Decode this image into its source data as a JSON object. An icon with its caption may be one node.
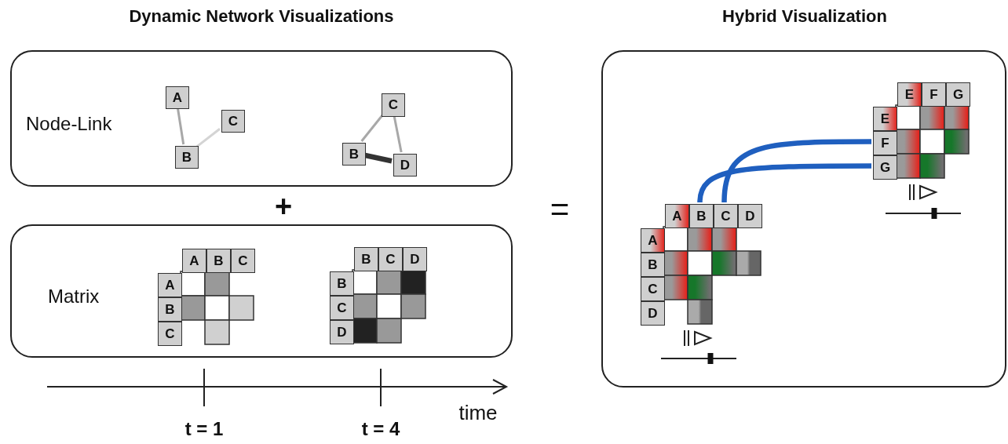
{
  "diagram": {
    "nodes": [
      {
        "text": [
          "Node-Link"
        ]
      },
      {
        "text": [
          "A"
        ],
        "in": 0
      },
      {
        "text": [
          "C"
        ],
        "in": 0
      },
      {
        "text": [
          "B"
        ],
        "in": 0
      },
      {
        "text": [
          "C"
        ],
        "in": 0
      },
      {
        "text": [
          "B"
        ],
        "in": 0
      },
      {
        "text": [
          "D"
        ],
        "in": 0
      },
      {
        "text": [
          "Matrix"
        ]
      },
      {
        "text": [
          "A"
        ],
        "in": 7
      },
      {
        "text": [
          "B"
        ],
        "in": 7
      },
      {
        "text": [
          "C"
        ],
        "in": 7
      },
      {
        "text": [
          "A"
        ],
        "in": 7
      },
      {
        "text": [
          "B"
        ],
        "in": 7
      },
      {
        "text": [
          "C"
        ],
        "in": 7
      },
      {
        "text": [
          "B"
        ],
        "in": 7
      },
      {
        "text": [
          "C"
        ],
        "in": 7
      },
      {
        "text": [
          "D"
        ],
        "in": 7
      },
      {
        "text": [
          "B"
        ],
        "in": 7
      },
      {
        "text": [
          "C"
        ],
        "in": 7
      },
      {
        "text": [
          "D"
        ],
        "in": 7
      },
      {
        "text": [],
        "shape": "box"
      },
      {
        "text": [
          "E"
        ],
        "in": 20
      },
      {
        "text": [
          "F"
        ],
        "in": 20
      },
      {
        "text": [
          "G"
        ],
        "in": 20
      },
      {
        "text": [
          "E"
        ],
        "in": 20
      },
      {
        "text": [
          "F"
        ],
        "in": 20
      },
      {
        "text": [
          "G"
        ],
        "in": 20
      },
      {
        "text": [
          "A"
        ],
        "in": 20
      },
      {
        "text": [
          "B"
        ],
        "in": 20
      },
      {
        "text": [
          "C"
        ],
        "in": 20
      },
      {
        "text": [
          "D"
        ],
        "in": 20
      },
      {
        "text": [
          "A"
        ],
        "in": 20
      },
      {
        "text": [
          "B"
        ],
        "in": 20
      },
      {
        "text": [
          "C"
        ],
        "in": 20
      },
      {
        "text": [
          "D"
        ],
        "in": 20
      }
    ],
    "edges": [
      {
        "from": 1,
        "to": 3,
        "arrow": "none"
      },
      {
        "from": 3,
        "to": 2,
        "arrow": "none",
        "color": "#d4d4d4"
      },
      {
        "from": 4,
        "to": 5,
        "arrow": "none"
      },
      {
        "from": 4,
        "to": 6,
        "arrow": "none"
      },
      {
        "from": 5,
        "to": 6,
        "arrow": "none",
        "style": "thick",
        "color": "#333333"
      },
      {
        "from": 28,
        "to": 26,
        "arrow": "none",
        "style": "thick",
        "color": "#1f5fbf"
      },
      {
        "from": 29,
        "to": 25,
        "arrow": "none",
        "style": "thick",
        "color": "#1f5fbf"
      }
    ],
    "labels": [
      "Dynamic Network Visualizations",
      "Hybrid Visualization",
      "+",
      "=",
      "t = 1",
      "t = 4",
      "time"
    ]
  }
}
